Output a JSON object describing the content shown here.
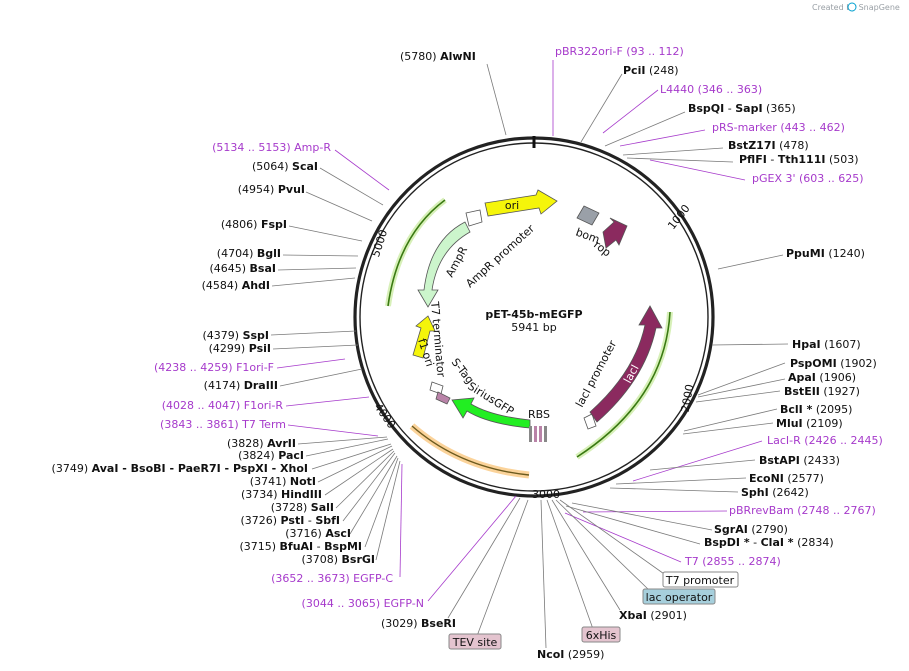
{
  "credit": {
    "created_by": "Created by",
    "brand": "SnapGene"
  },
  "plasmid": {
    "name": "pET-45b-mEGFP",
    "size": "5941 bp"
  },
  "ticks": [
    "1000",
    "2000",
    "3000",
    "4000",
    "5000"
  ],
  "features": [
    "ori",
    "bom",
    "rop",
    "AmpR",
    "AmpR promoter",
    "T7 terminator",
    "f1 ori",
    "S-Tag",
    "SiriusGFP",
    "RBS",
    "lacI promoter",
    "lacI"
  ],
  "boxed": {
    "t7_promoter": "T7 promoter",
    "lac_operator": "lac operator",
    "tev_site": "TEV site",
    "his6": "6xHis"
  },
  "right_labels": [
    {
      "text": "(5780)",
      "bold": "AlwNI"
    },
    {
      "feat": "pBR322ori-F",
      "pos": "(93 .. 112)"
    },
    {
      "bold": "PciI",
      "pos": "(248)"
    },
    {
      "feat": "L4440",
      "pos": "(346 .. 363)"
    },
    {
      "bold": "BspQI",
      "mid": "-",
      "bold2": "SapI",
      "pos": "(365)"
    },
    {
      "feat": "pRS-marker",
      "pos": "(443 .. 462)"
    },
    {
      "bold": "BstZ17I",
      "pos": "(478)"
    },
    {
      "bold": "PflFI",
      "mid": "-",
      "bold2": "Tth111I",
      "pos": "(503)"
    },
    {
      "feat": "pGEX 3'",
      "pos": "(603 .. 625)"
    },
    {
      "bold": "PpuMI",
      "pos": "(1240)"
    },
    {
      "bold": "HpaI",
      "pos": "(1607)"
    },
    {
      "bold": "PspOMI",
      "pos": "(1902)"
    },
    {
      "bold": "ApaI",
      "pos": "(1906)"
    },
    {
      "bold": "BstEII",
      "pos": "(1927)"
    },
    {
      "bold": "BclI *",
      "pos": "(2095)"
    },
    {
      "bold": "MluI",
      "pos": "(2109)"
    },
    {
      "feat": "LacI-R",
      "pos": "(2426 .. 2445)"
    },
    {
      "bold": "BstAPI",
      "pos": "(2433)"
    },
    {
      "bold": "EcoNI",
      "pos": "(2577)"
    },
    {
      "bold": "SphI",
      "pos": "(2642)"
    },
    {
      "feat": "pBRrevBam",
      "pos": "(2748 .. 2767)"
    },
    {
      "bold": "SgrAI",
      "pos": "(2790)"
    },
    {
      "bold": "BspDI *",
      "mid": "-",
      "bold2": "ClaI *",
      "pos": "(2834)"
    },
    {
      "feat": "T7",
      "pos": "(2855 .. 2874)"
    },
    {
      "bold": "XbaI",
      "pos": "(2901)"
    },
    {
      "bold": "NcoI",
      "pos": "(2959)"
    }
  ],
  "left_labels": [
    {
      "feat": "(5134 .. 5153)",
      "name": "Amp-R"
    },
    {
      "pos": "(5064)",
      "bold": "ScaI"
    },
    {
      "pos": "(4954)",
      "bold": "PvuI"
    },
    {
      "pos": "(4806)",
      "bold": "FspI"
    },
    {
      "pos": "(4704)",
      "bold": "BglI"
    },
    {
      "pos": "(4645)",
      "bold": "BsaI"
    },
    {
      "pos": "(4584)",
      "bold": "AhdI"
    },
    {
      "pos": "(4379)",
      "bold": "SspI"
    },
    {
      "pos": "(4299)",
      "bold": "PsiI"
    },
    {
      "feat": "(4238 .. 4259)",
      "name": "F1ori-F"
    },
    {
      "pos": "(4174)",
      "bold": "DraIII"
    },
    {
      "feat": "(4028 .. 4047)",
      "name": "F1ori-R"
    },
    {
      "feat": "(3843 .. 3861)",
      "name": "T7 Term"
    },
    {
      "pos": "(3828)",
      "bold": "AvrII"
    },
    {
      "pos": "(3824)",
      "bold": "PacI"
    },
    {
      "pos": "(3749)",
      "line": "AvaI  -  BsoBI  -  PaeR7I  -  PspXI  -  XhoI"
    },
    {
      "pos": "(3741)",
      "bold": "NotI"
    },
    {
      "pos": "(3734)",
      "bold": "HindIII"
    },
    {
      "pos": "(3728)",
      "bold": "SalI"
    },
    {
      "pos": "(3726)",
      "bold": "PstI",
      "mid": "-",
      "bold2": "SbfI"
    },
    {
      "pos": "(3716)",
      "bold": "AscI"
    },
    {
      "pos": "(3715)",
      "bold": "BfuAI",
      "mid": "-",
      "bold2": "BspMI"
    },
    {
      "pos": "(3708)",
      "bold": "BsrGI"
    },
    {
      "feat": "(3652 .. 3673)",
      "name": "EGFP-C"
    },
    {
      "feat": "(3044 .. 3065)",
      "name": "EGFP-N"
    },
    {
      "pos": "(3029)",
      "bold": "BseRI"
    }
  ]
}
